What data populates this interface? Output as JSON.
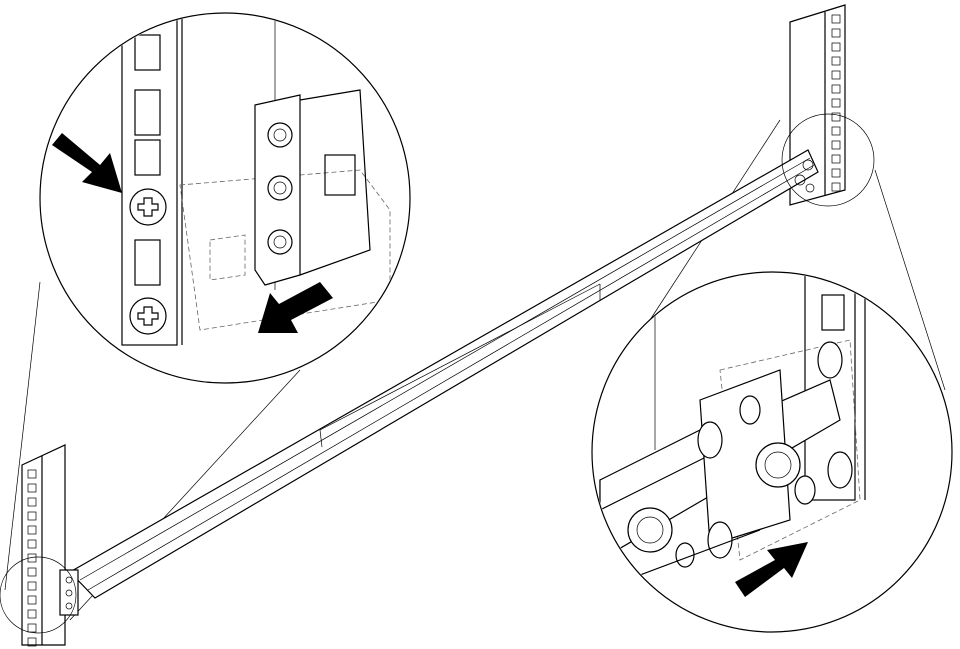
{
  "colors": {
    "line": "#000000",
    "background": "#ffffff",
    "hidden_line": "#666666"
  },
  "icons": [
    "arrow-right-down",
    "arrow-left-down",
    "arrow-right-up",
    "screw-phillips"
  ]
}
